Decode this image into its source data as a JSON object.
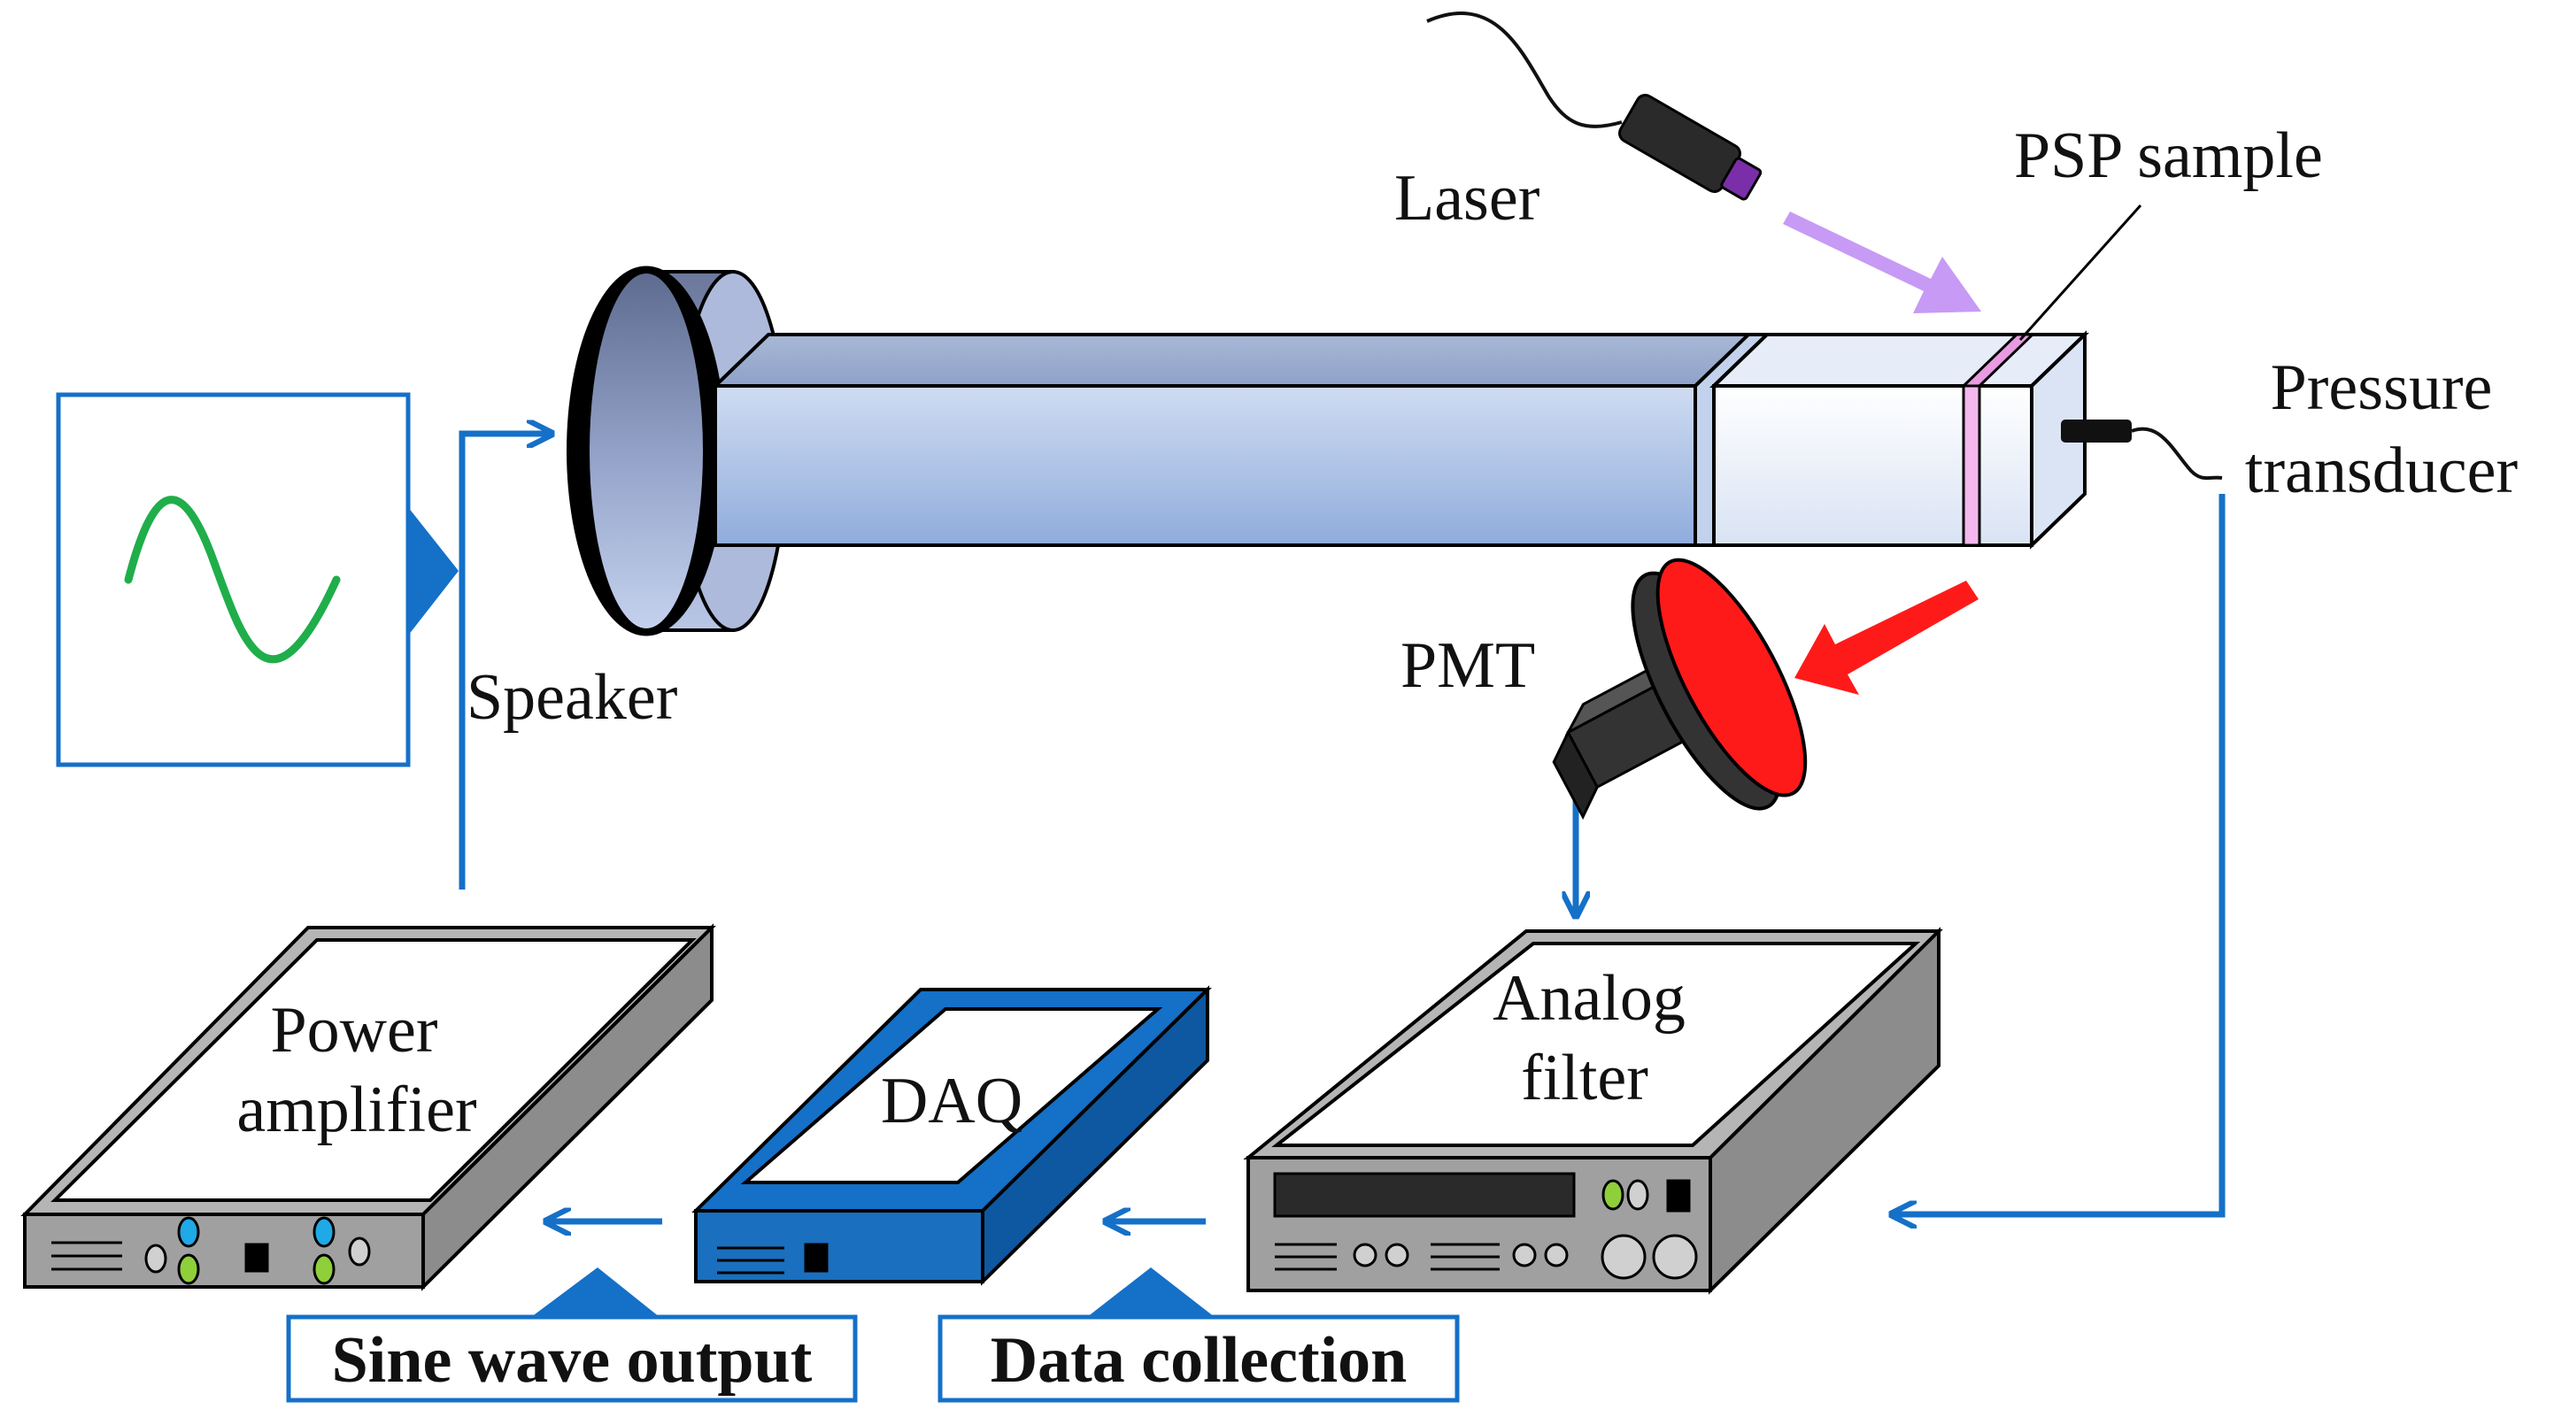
{
  "labels": {
    "laser": "Laser",
    "psp_sample": "PSP sample",
    "pressure_transducer": [
      "Pressure",
      "transducer"
    ],
    "speaker": "Speaker",
    "pmt": "PMT",
    "power_amplifier": [
      "Power",
      "amplifier"
    ],
    "daq": "DAQ",
    "analog_filter": [
      "Analog",
      "filter"
    ]
  },
  "callouts": {
    "sine_wave_output": "Sine wave output",
    "data_collection": "Data collection"
  },
  "colors": {
    "connector": "#1570c8",
    "sine_wave": "#1fae4a",
    "laser_beam": "#c79af5",
    "emission": "#ff1a1a",
    "psp_film": "#f4b7ee",
    "laser_tip": "#7a2fa8",
    "pmt_window": "#ff1a1a",
    "daq_body": "#1570c8",
    "device_body": "#9c9c9c"
  }
}
